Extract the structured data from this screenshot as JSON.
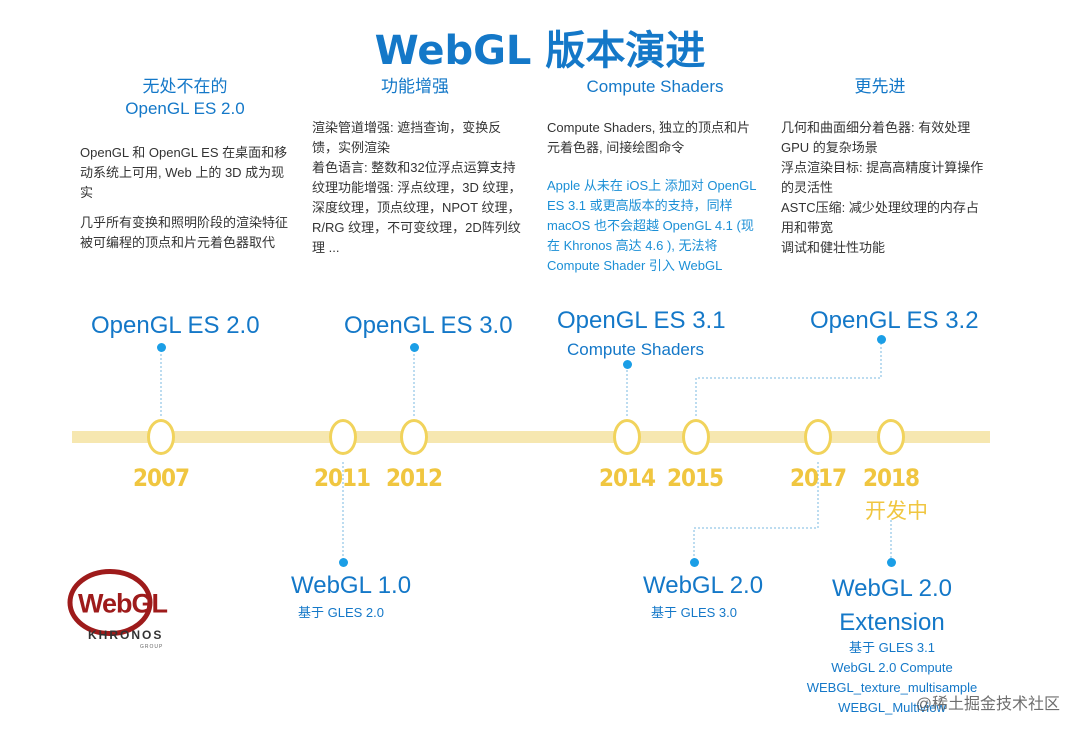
{
  "title": "WebGL 版本演进",
  "columns": [
    {
      "heading_lines": [
        "无处不在的",
        "OpenGL ES 2.0"
      ],
      "paragraphs": [
        "OpenGL 和 OpenGL ES 在桌面和移动系统上可用, Web 上的 3D 成为现实",
        "几乎所有变换和照明阶段的渲染特征被可编程的顶点和片元着色器取代"
      ]
    },
    {
      "heading_lines": [
        "功能增强"
      ],
      "paragraphs": [
        "渲染管道增强: 遮挡查询，变换反馈，实例渲染",
        "着色语言: 整数和32位浮点运算支持",
        "纹理功能增强: 浮点纹理，3D 纹理，深度纹理，顶点纹理，NPOT 纹理，R/RG 纹理，不可变纹理，2D阵列纹理 ..."
      ]
    },
    {
      "heading_lines": [
        "Compute Shaders"
      ],
      "paragraphs": [
        "Compute Shaders, 独立的顶点和片元着色器, 间接绘图命令"
      ],
      "note": "Apple 从未在 iOS上 添加对 OpenGL ES 3.1 或更高版本的支持，同样 macOS 也不会超越 OpenGL 4.1 (现在 Khronos 高达 4.6 ), 无法将 Compute Shader 引入 WebGL"
    },
    {
      "heading_lines": [
        "更先进"
      ],
      "paragraphs": [
        "几何和曲面细分着色器: 有效处理 GPU 的复杂场景",
        "浮点渲染目标: 提高高精度计算操作的灵活性",
        "ASTC压缩: 减少处理纹理的内存占用和带宽",
        "调试和健壮性功能"
      ]
    }
  ],
  "opengl_versions": [
    {
      "name": "OpenGL ES 2.0",
      "sub": ""
    },
    {
      "name": "OpenGL ES 3.0",
      "sub": ""
    },
    {
      "name": "OpenGL ES 3.1",
      "sub": "Compute Shaders"
    },
    {
      "name": "OpenGL ES 3.2",
      "sub": ""
    }
  ],
  "years": [
    "2007",
    "2011",
    "2012",
    "2014",
    "2015",
    "2017",
    "2018"
  ],
  "in_development": "开发中",
  "webgl_versions": [
    {
      "name": "WebGL 1.0",
      "details": [
        "基于 GLES 2.0"
      ]
    },
    {
      "name": "WebGL 2.0",
      "details": [
        "基于 GLES 3.0"
      ]
    },
    {
      "name_lines": [
        "WebGL 2.0",
        "Extension"
      ],
      "details": [
        "基于 GLES 3.1",
        "WebGL 2.0 Compute",
        "WEBGL_texture_multisample",
        "WEBGL_Multiview"
      ]
    }
  ],
  "logo": {
    "text": "WebGL",
    "company": "KHRONOS",
    "group": "GROUP"
  },
  "watermark": "@稀土掘金技术社区",
  "colors": {
    "title_blue": "#1478c8",
    "timeline": "#f6e7b0",
    "year_gold": "#f0c640",
    "dot_blue": "#1b9ee6",
    "logo_red": "#9e1b1b"
  }
}
